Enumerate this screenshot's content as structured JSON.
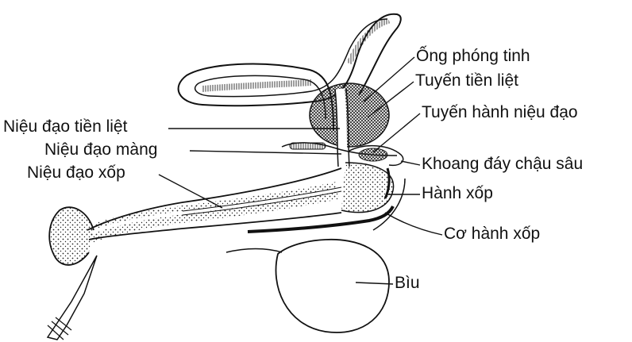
{
  "labels": {
    "ejaculatory_duct": "Ống phóng tinh",
    "prostate": "Tuyến tiền liệt",
    "bulbourethral_gland": "Tuyến hành niệu đạo",
    "prostatic_urethra": "Niệu đạo tiền liệt",
    "membranous_urethra": "Niệu đạo màng",
    "deep_perineal_pouch": "Khoang đáy chậu sâu",
    "spongy_urethra": "Niệu đạo xốp",
    "bulb_of_penis": "Hành xốp",
    "bulbospongiosus": "Cơ hành xốp",
    "scrotum": "Bìu"
  },
  "colors": {
    "ink": "#111111",
    "background": "#ffffff"
  }
}
